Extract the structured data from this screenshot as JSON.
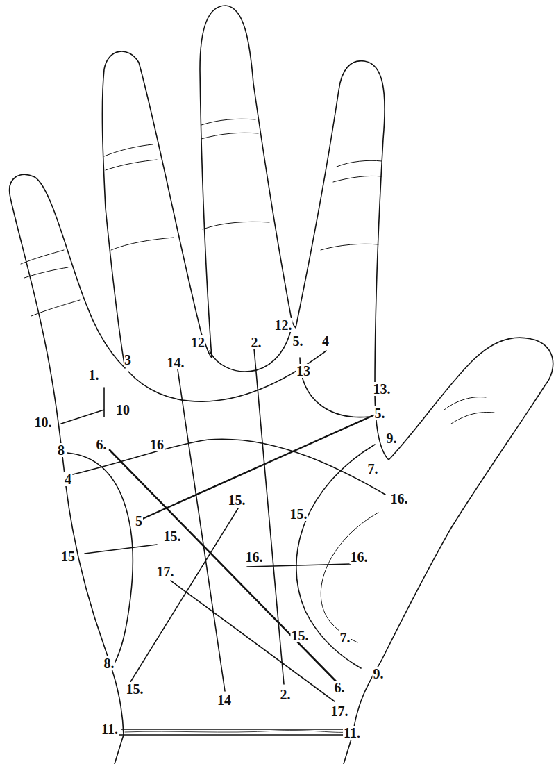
{
  "diagram": {
    "labels": [
      "1.",
      "10",
      "10.",
      "3",
      "12",
      "14.",
      "2.",
      "12.",
      "5.",
      "4",
      "13",
      "13.",
      "5.",
      "9.",
      "8",
      "6.",
      "16",
      "4",
      "7.",
      "16.",
      "5",
      "15.",
      "15.",
      "15",
      "15.",
      "16.",
      "16.",
      "17.",
      "15.",
      "7.",
      "8.",
      "9.",
      "15.",
      "14",
      "2.",
      "6.",
      "17.",
      "11.",
      "11."
    ]
  }
}
